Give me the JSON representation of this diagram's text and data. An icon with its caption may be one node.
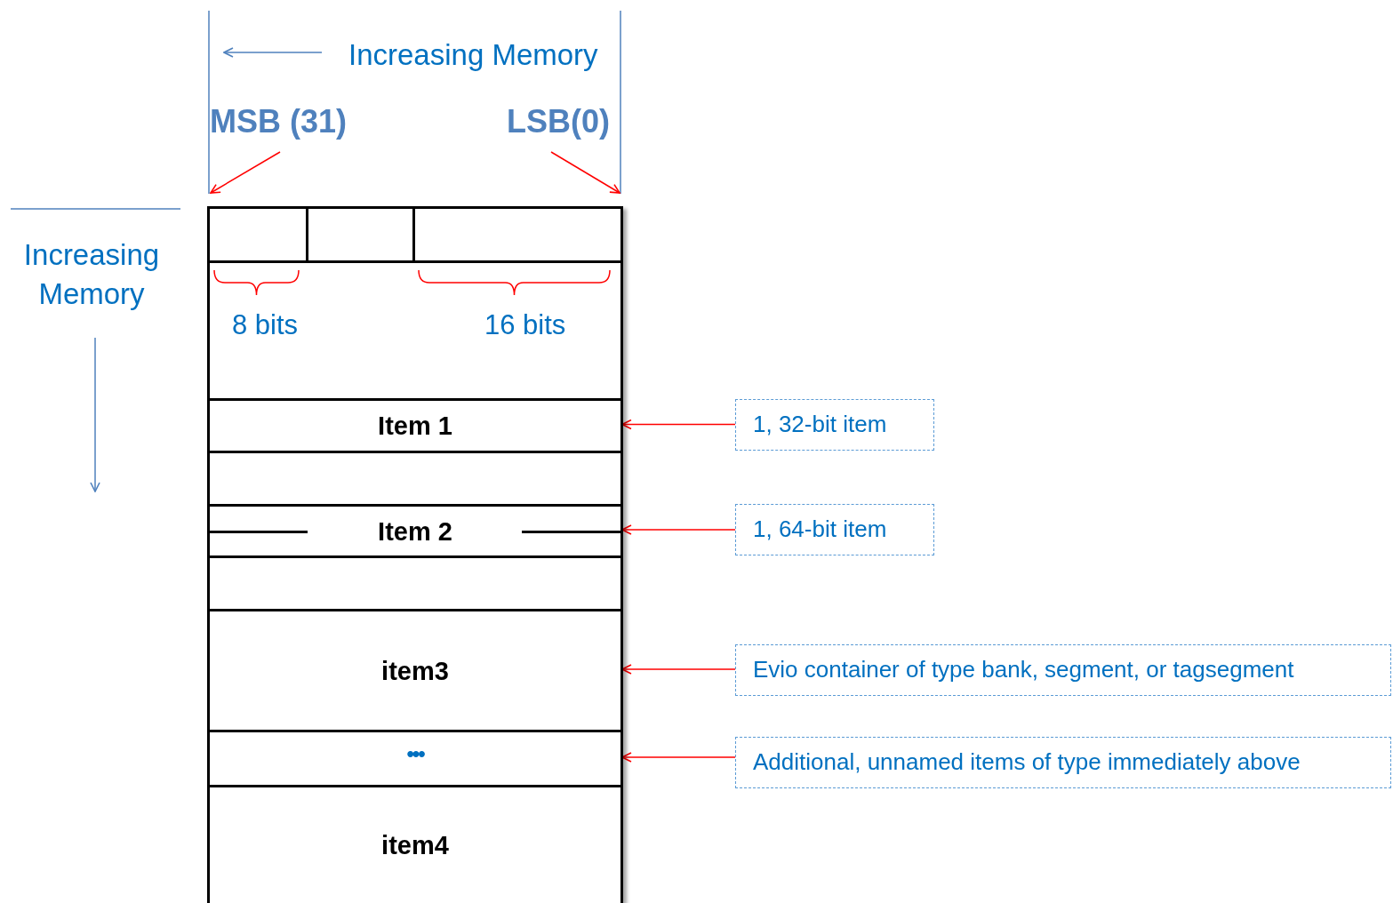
{
  "diagram": {
    "nodes": [
      {
        "text": [],
        "shape": "box"
      },
      {
        "text": [],
        "shape": "box",
        "in": 0
      },
      {
        "text": [],
        "shape": "box",
        "in": 0
      },
      {
        "text": [],
        "shape": "box",
        "in": 0
      },
      {
        "text": [
          "8 bits",
          "16 bits"
        ],
        "in": 0
      },
      {
        "text": [
          "Item 1"
        ],
        "in": 0
      },
      {
        "text": [],
        "shape": "box",
        "in": 0
      },
      {
        "text": [
          "Item 2"
        ],
        "in": 0
      },
      {
        "text": [],
        "shape": "box",
        "in": 0
      },
      {
        "text": [
          "item3"
        ],
        "in": 0
      },
      {
        "text": [
          "•••"
        ],
        "in": 0
      },
      {
        "text": [
          "item4"
        ],
        "in": 0
      },
      {
        "text": [
          "1, 32-bit item"
        ]
      },
      {
        "text": [
          "1, 64-bit item"
        ]
      },
      {
        "text": [
          "Evio container of type bank, segment, or tagsegment"
        ]
      },
      {
        "text": [
          "Additional, unnamed items of type immediately above"
        ]
      },
      {
        "text": [
          "MSB (31)"
        ]
      },
      {
        "text": [
          "LSB(0)"
        ]
      }
    ],
    "edges": [
      {
        "from": 12,
        "to": 5,
        "arrow": "to"
      },
      {
        "from": 13,
        "to": 7,
        "arrow": "to"
      },
      {
        "from": 14,
        "to": 9,
        "arrow": "to"
      },
      {
        "from": 15,
        "to": 10,
        "arrow": "to"
      },
      {
        "from": 16,
        "to": 1,
        "arrow": "to"
      },
      {
        "from": 17,
        "to": 3,
        "arrow": "to"
      }
    ],
    "labels": [
      "Increasing Memory",
      "Increasing Memory"
    ]
  }
}
